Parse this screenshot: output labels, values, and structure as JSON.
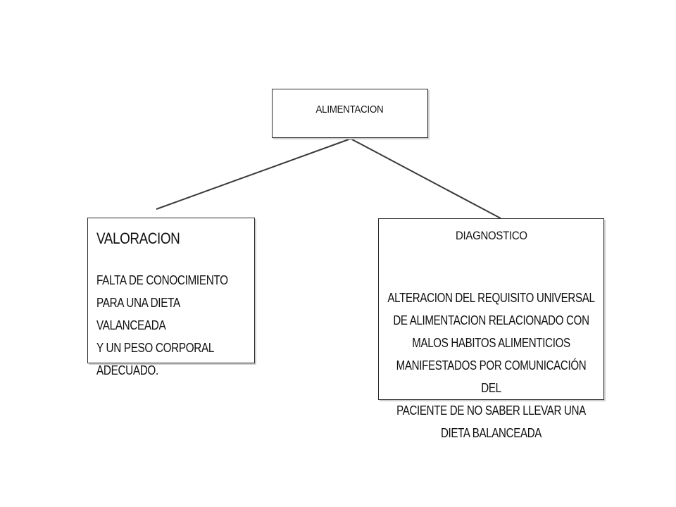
{
  "diagram": {
    "root": {
      "title": "ALIMENTACION"
    },
    "valoracion": {
      "title": "VALORACION",
      "body": "FALTA DE CONOCIMIENTO\nPARA UNA DIETA VALANCEADA\nY UN PESO CORPORAL\nADECUADO."
    },
    "diagnostico": {
      "title": "DIAGNOSTICO",
      "body": "ALTERACION DEL REQUISITO UNIVERSAL\nDE ALIMENTACION RELACIONADO CON\nMALOS HABITOS ALIMENTICIOS\nMANIFESTADOS POR COMUNICACIÓN DEL\nPACIENTE DE NO SABER LLEVAR UNA\nDIETA BALANCEADA"
    },
    "edges": [
      {
        "from": "root",
        "to": "valoracion"
      },
      {
        "from": "root",
        "to": "diagnostico"
      }
    ],
    "colors": {
      "line": "#3a3a3a",
      "border": "#2a2a2a",
      "background": "#ffffff"
    }
  }
}
